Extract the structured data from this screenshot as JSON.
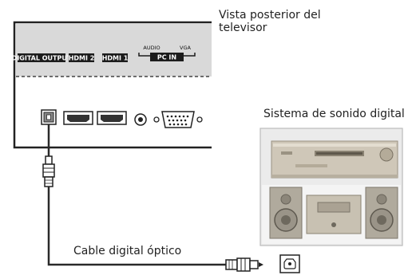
{
  "tv_caption_line1": "Vista posterior del",
  "tv_caption_line2": "televisor",
  "sound_system_caption": "Sistema de sonido digital",
  "cable_caption": "Cable digital óptico",
  "ports": {
    "digital_output": "DIGITAL OUTPUT",
    "hdmi2": "HDMI 2",
    "hdmi1": "HDMI 1",
    "pc_in": "PC IN",
    "audio": "AUDIO",
    "vga": "VGA"
  },
  "colors": {
    "panel": "#d9d9d9",
    "label_bg": "#1c1c1c",
    "outline": "#222222",
    "cable": "#2a2a2a"
  }
}
